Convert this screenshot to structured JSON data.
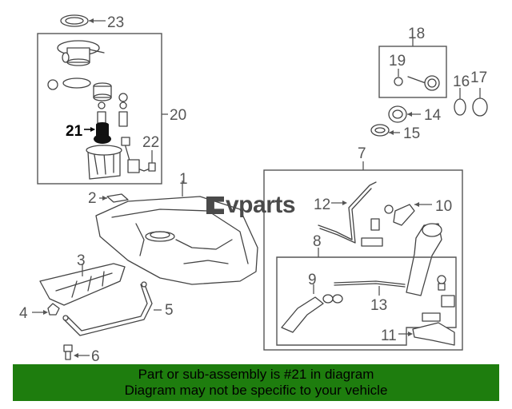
{
  "callouts": {
    "c1": "1",
    "c2": "2",
    "c3": "3",
    "c4": "4",
    "c5": "5",
    "c6": "6",
    "c7": "7",
    "c8": "8",
    "c9": "9",
    "c10": "10",
    "c11": "11",
    "c12": "12",
    "c13": "13",
    "c14": "14",
    "c15": "15",
    "c16": "16",
    "c17": "17",
    "c18": "18",
    "c19": "19",
    "c20": "20",
    "c21": "21",
    "c22": "22",
    "c23": "23"
  },
  "highlighted_part": "21",
  "watermark": "vparts",
  "banner": {
    "line1": "Part or sub-assembly is #21 in diagram",
    "line2": "Diagram may not be specific to your vehicle"
  },
  "colors": {
    "banner_bg": "#1e7d0e",
    "line_art": "#444444",
    "highlight_part": "#111111"
  }
}
